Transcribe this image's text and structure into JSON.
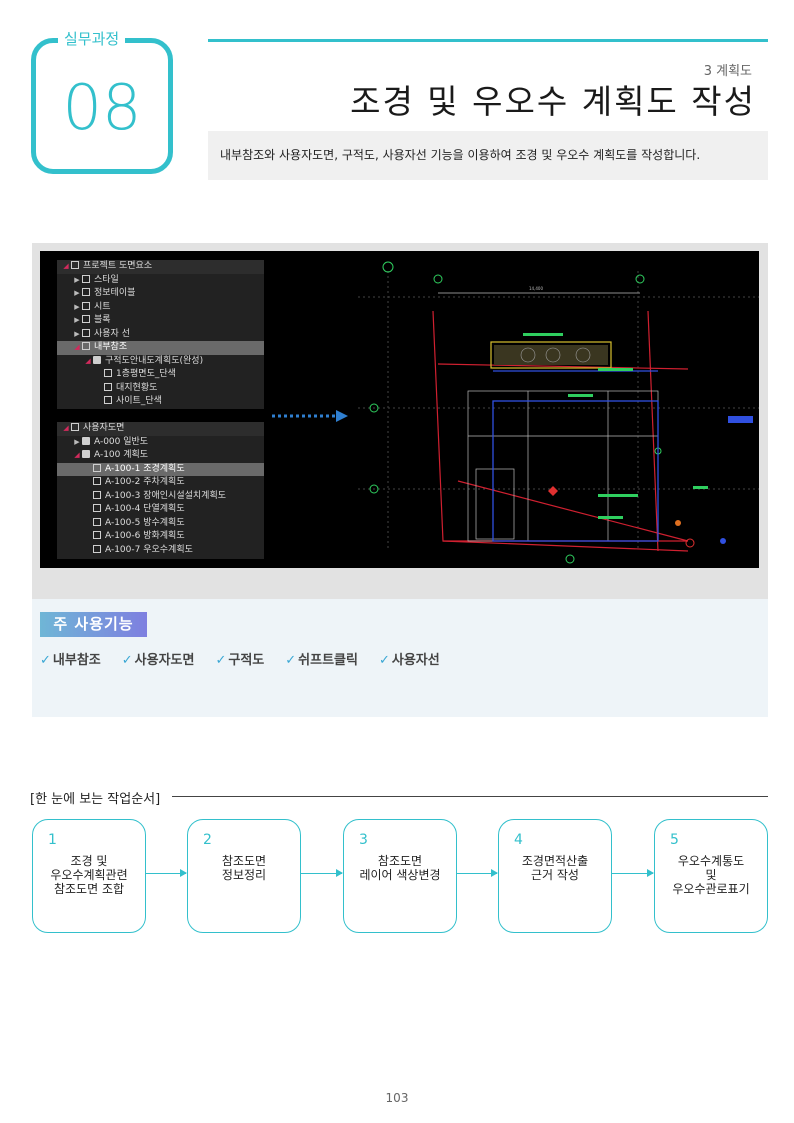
{
  "badge": {
    "label": "실무과정",
    "number": "08"
  },
  "header": {
    "section": "3 계획도",
    "title": "조경 및 우오수 계획도 작성",
    "description": "내부참조와 사용자도면, 구적도, 사용자선 기능을 이용하여 조경 및 우오수 계획도를 작성합니다."
  },
  "screenshot": {
    "project_tree": [
      {
        "label": "프로젝트 도면요소",
        "level": 0,
        "arrow": "expanded",
        "header": true
      },
      {
        "label": "스타일",
        "level": 1,
        "arrow": "collapsed"
      },
      {
        "label": "정보테이블",
        "level": 1,
        "arrow": "collapsed"
      },
      {
        "label": "시트",
        "level": 1,
        "arrow": "collapsed"
      },
      {
        "label": "블록",
        "level": 1,
        "arrow": "collapsed"
      },
      {
        "label": "사용자 선",
        "level": 1,
        "arrow": "collapsed"
      },
      {
        "label": "내부참조",
        "level": 1,
        "arrow": "expanded",
        "selected": true
      },
      {
        "label": "구적도안내도계획도(완성)",
        "level": 2,
        "arrow": "expanded",
        "folder": true
      },
      {
        "label": "1층평면도_단색",
        "level": 3,
        "arrow": "none"
      },
      {
        "label": "대지현황도",
        "level": 3,
        "arrow": "none"
      },
      {
        "label": "사이트_단색",
        "level": 3,
        "arrow": "none"
      }
    ],
    "user_tree": [
      {
        "label": "사용자도면",
        "level": 0,
        "arrow": "expanded",
        "header": true
      },
      {
        "label": "A-000 일반도",
        "level": 1,
        "arrow": "collapsed",
        "folder": true
      },
      {
        "label": "A-100 계획도",
        "level": 1,
        "arrow": "expanded",
        "folder": true
      },
      {
        "label": "A-100-1 조경계획도",
        "level": 2,
        "arrow": "none",
        "selected": true
      },
      {
        "label": "A-100-2 주차계획도",
        "level": 2,
        "arrow": "none"
      },
      {
        "label": "A-100-3 장애인시설설치계획도",
        "level": 2,
        "arrow": "none"
      },
      {
        "label": "A-100-4 단열계획도",
        "level": 2,
        "arrow": "none"
      },
      {
        "label": "A-100-5 방수계획도",
        "level": 2,
        "arrow": "none"
      },
      {
        "label": "A-100-6 방화계획도",
        "level": 2,
        "arrow": "none"
      },
      {
        "label": "A-100-7 우오수계획도",
        "level": 2,
        "arrow": "none"
      }
    ],
    "cad_dimension": "14,400"
  },
  "functions": {
    "title": "주 사용기능",
    "items": [
      "내부참조",
      "사용자도면",
      "구적도",
      "쉬프트클릭",
      "사용자선"
    ]
  },
  "workflow": {
    "title": "[한 눈에 보는 작업순서]",
    "steps": [
      {
        "num": "1",
        "text": "조경 및\n우오수계획관련\n참조도면 조합"
      },
      {
        "num": "2",
        "text": "참조도면\n정보정리"
      },
      {
        "num": "3",
        "text": "참조도면\n레이어 색상변경"
      },
      {
        "num": "4",
        "text": "조경면적산출\n근거 작성"
      },
      {
        "num": "5",
        "text": "우오수계통도\n및\n우오수관로표기"
      }
    ]
  },
  "page_number": "103"
}
